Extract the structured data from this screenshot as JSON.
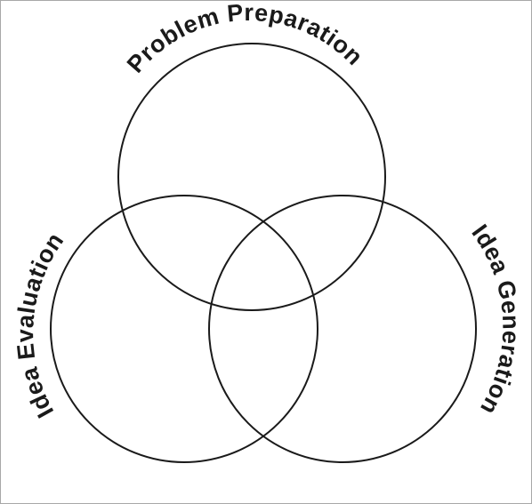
{
  "diagram": {
    "type": "venn",
    "colors": {
      "stroke": "#1a1a1a",
      "text": "#1a1a1a",
      "border": "#a8a8a8"
    },
    "sets": [
      {
        "id": "top",
        "label": "Problem Preparation"
      },
      {
        "id": "left",
        "label": "Idea Evaluation"
      },
      {
        "id": "right",
        "label": "Idea Generation"
      }
    ]
  }
}
